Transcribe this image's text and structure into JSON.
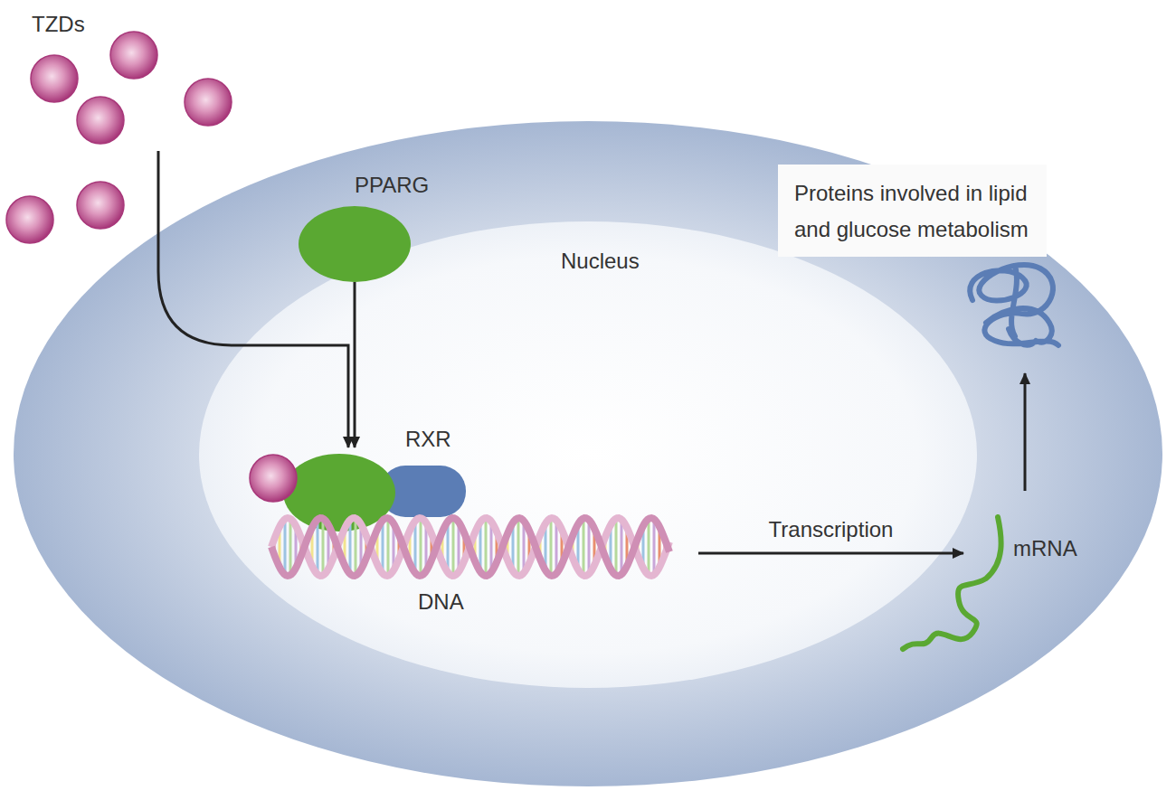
{
  "diagram": {
    "nodes": [
      {
        "text": [
          "TZDs"
        ]
      },
      {
        "text": [
          "PPARG"
        ]
      },
      {
        "text": [
          "Nucleus"
        ]
      },
      {
        "text": [
          "RXR"
        ],
        "in": 2
      },
      {
        "text": [
          "DNA"
        ],
        "in": 2
      },
      {
        "text": [
          "mRNA"
        ]
      },
      {
        "text": [
          "Proteins involved in lipid and glucose metabolism"
        ]
      }
    ],
    "edges": [
      {
        "from": 0,
        "to": 3,
        "arrow": "to"
      },
      {
        "from": 1,
        "to": 3,
        "arrow": "to"
      },
      {
        "from": 4,
        "to": 5,
        "label": "Transcription",
        "arrow": "to"
      },
      {
        "from": 5,
        "to": 6,
        "arrow": "to"
      }
    ]
  }
}
